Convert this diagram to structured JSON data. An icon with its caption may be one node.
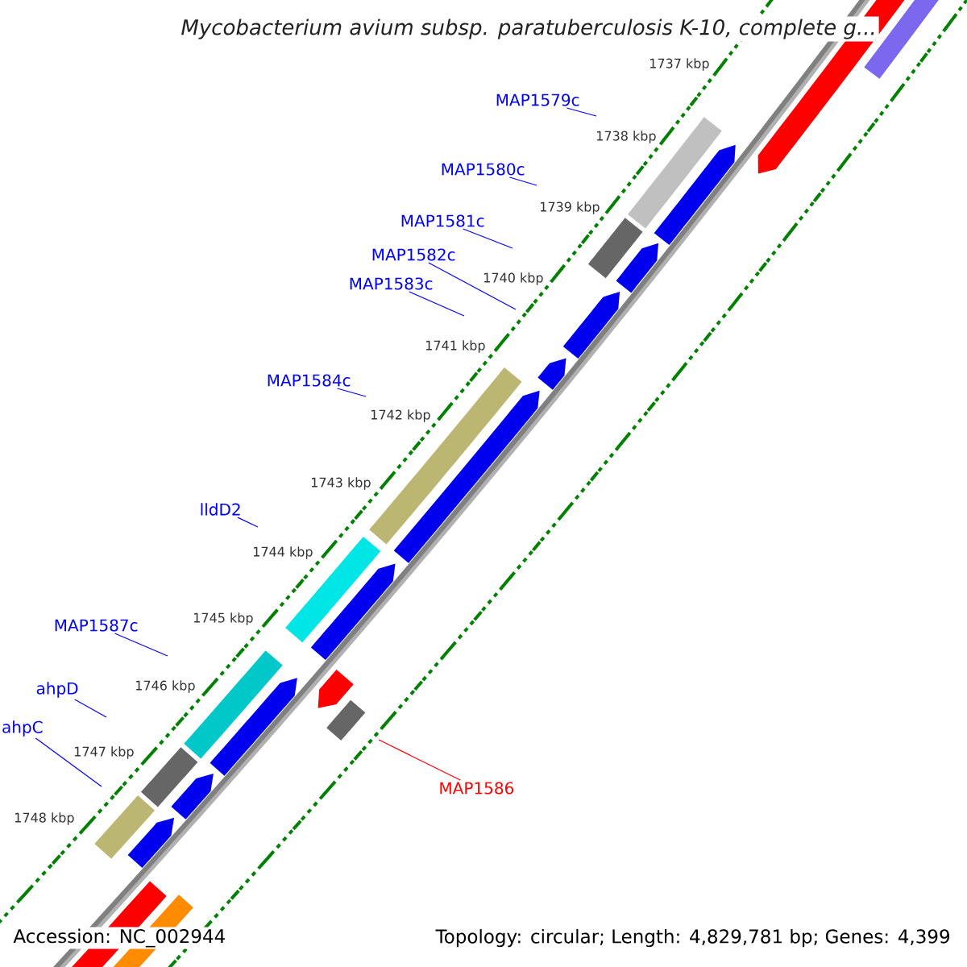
{
  "diagram": {
    "title": "Mycobacterium avium subsp. paratuberculosis K-10, complete g...",
    "nodes": [
      {
        "text": [
          "MAP1579c"
        ]
      },
      {
        "text": [
          "MAP1580c"
        ]
      },
      {
        "text": [
          "MAP1581c"
        ]
      },
      {
        "text": [
          "MAP1582c"
        ]
      },
      {
        "text": [
          "MAP1583c"
        ]
      },
      {
        "text": [
          "MAP1584c"
        ]
      },
      {
        "text": [
          "lldD2"
        ]
      },
      {
        "text": [
          "MAP1587c"
        ]
      },
      {
        "text": [
          "ahpD"
        ]
      },
      {
        "text": [
          "ahpC"
        ]
      },
      {
        "text": [
          "MAP1586"
        ]
      }
    ],
    "edges": [
      {
        "from": 0,
        "to": null,
        "arrow": "none"
      },
      {
        "from": 1,
        "to": null,
        "arrow": "none"
      },
      {
        "from": 2,
        "to": null,
        "arrow": "none"
      },
      {
        "from": 3,
        "to": null,
        "arrow": "none"
      },
      {
        "from": 4,
        "to": null,
        "arrow": "none"
      },
      {
        "from": 5,
        "to": null,
        "arrow": "none"
      },
      {
        "from": 6,
        "to": null,
        "arrow": "none"
      },
      {
        "from": 7,
        "to": null,
        "arrow": "none"
      },
      {
        "from": 8,
        "to": null,
        "arrow": "none"
      },
      {
        "from": 9,
        "to": null,
        "arrow": "none"
      },
      {
        "from": 10,
        "to": null,
        "arrow": "none",
        "color": "#ff0000"
      }
    ],
    "labels": [
      "1737 kbp",
      "1738 kbp",
      "1739 kbp",
      "1740 kbp",
      "1741 kbp",
      "1742 kbp",
      "1743 kbp",
      "1744 kbp",
      "1745 kbp",
      "1746 kbp",
      "1747 kbp",
      "1748 kbp",
      "Accession: NC_002944",
      "Topology: circular; Length: 4,829,781 bp; Genes: 4,399"
    ]
  }
}
